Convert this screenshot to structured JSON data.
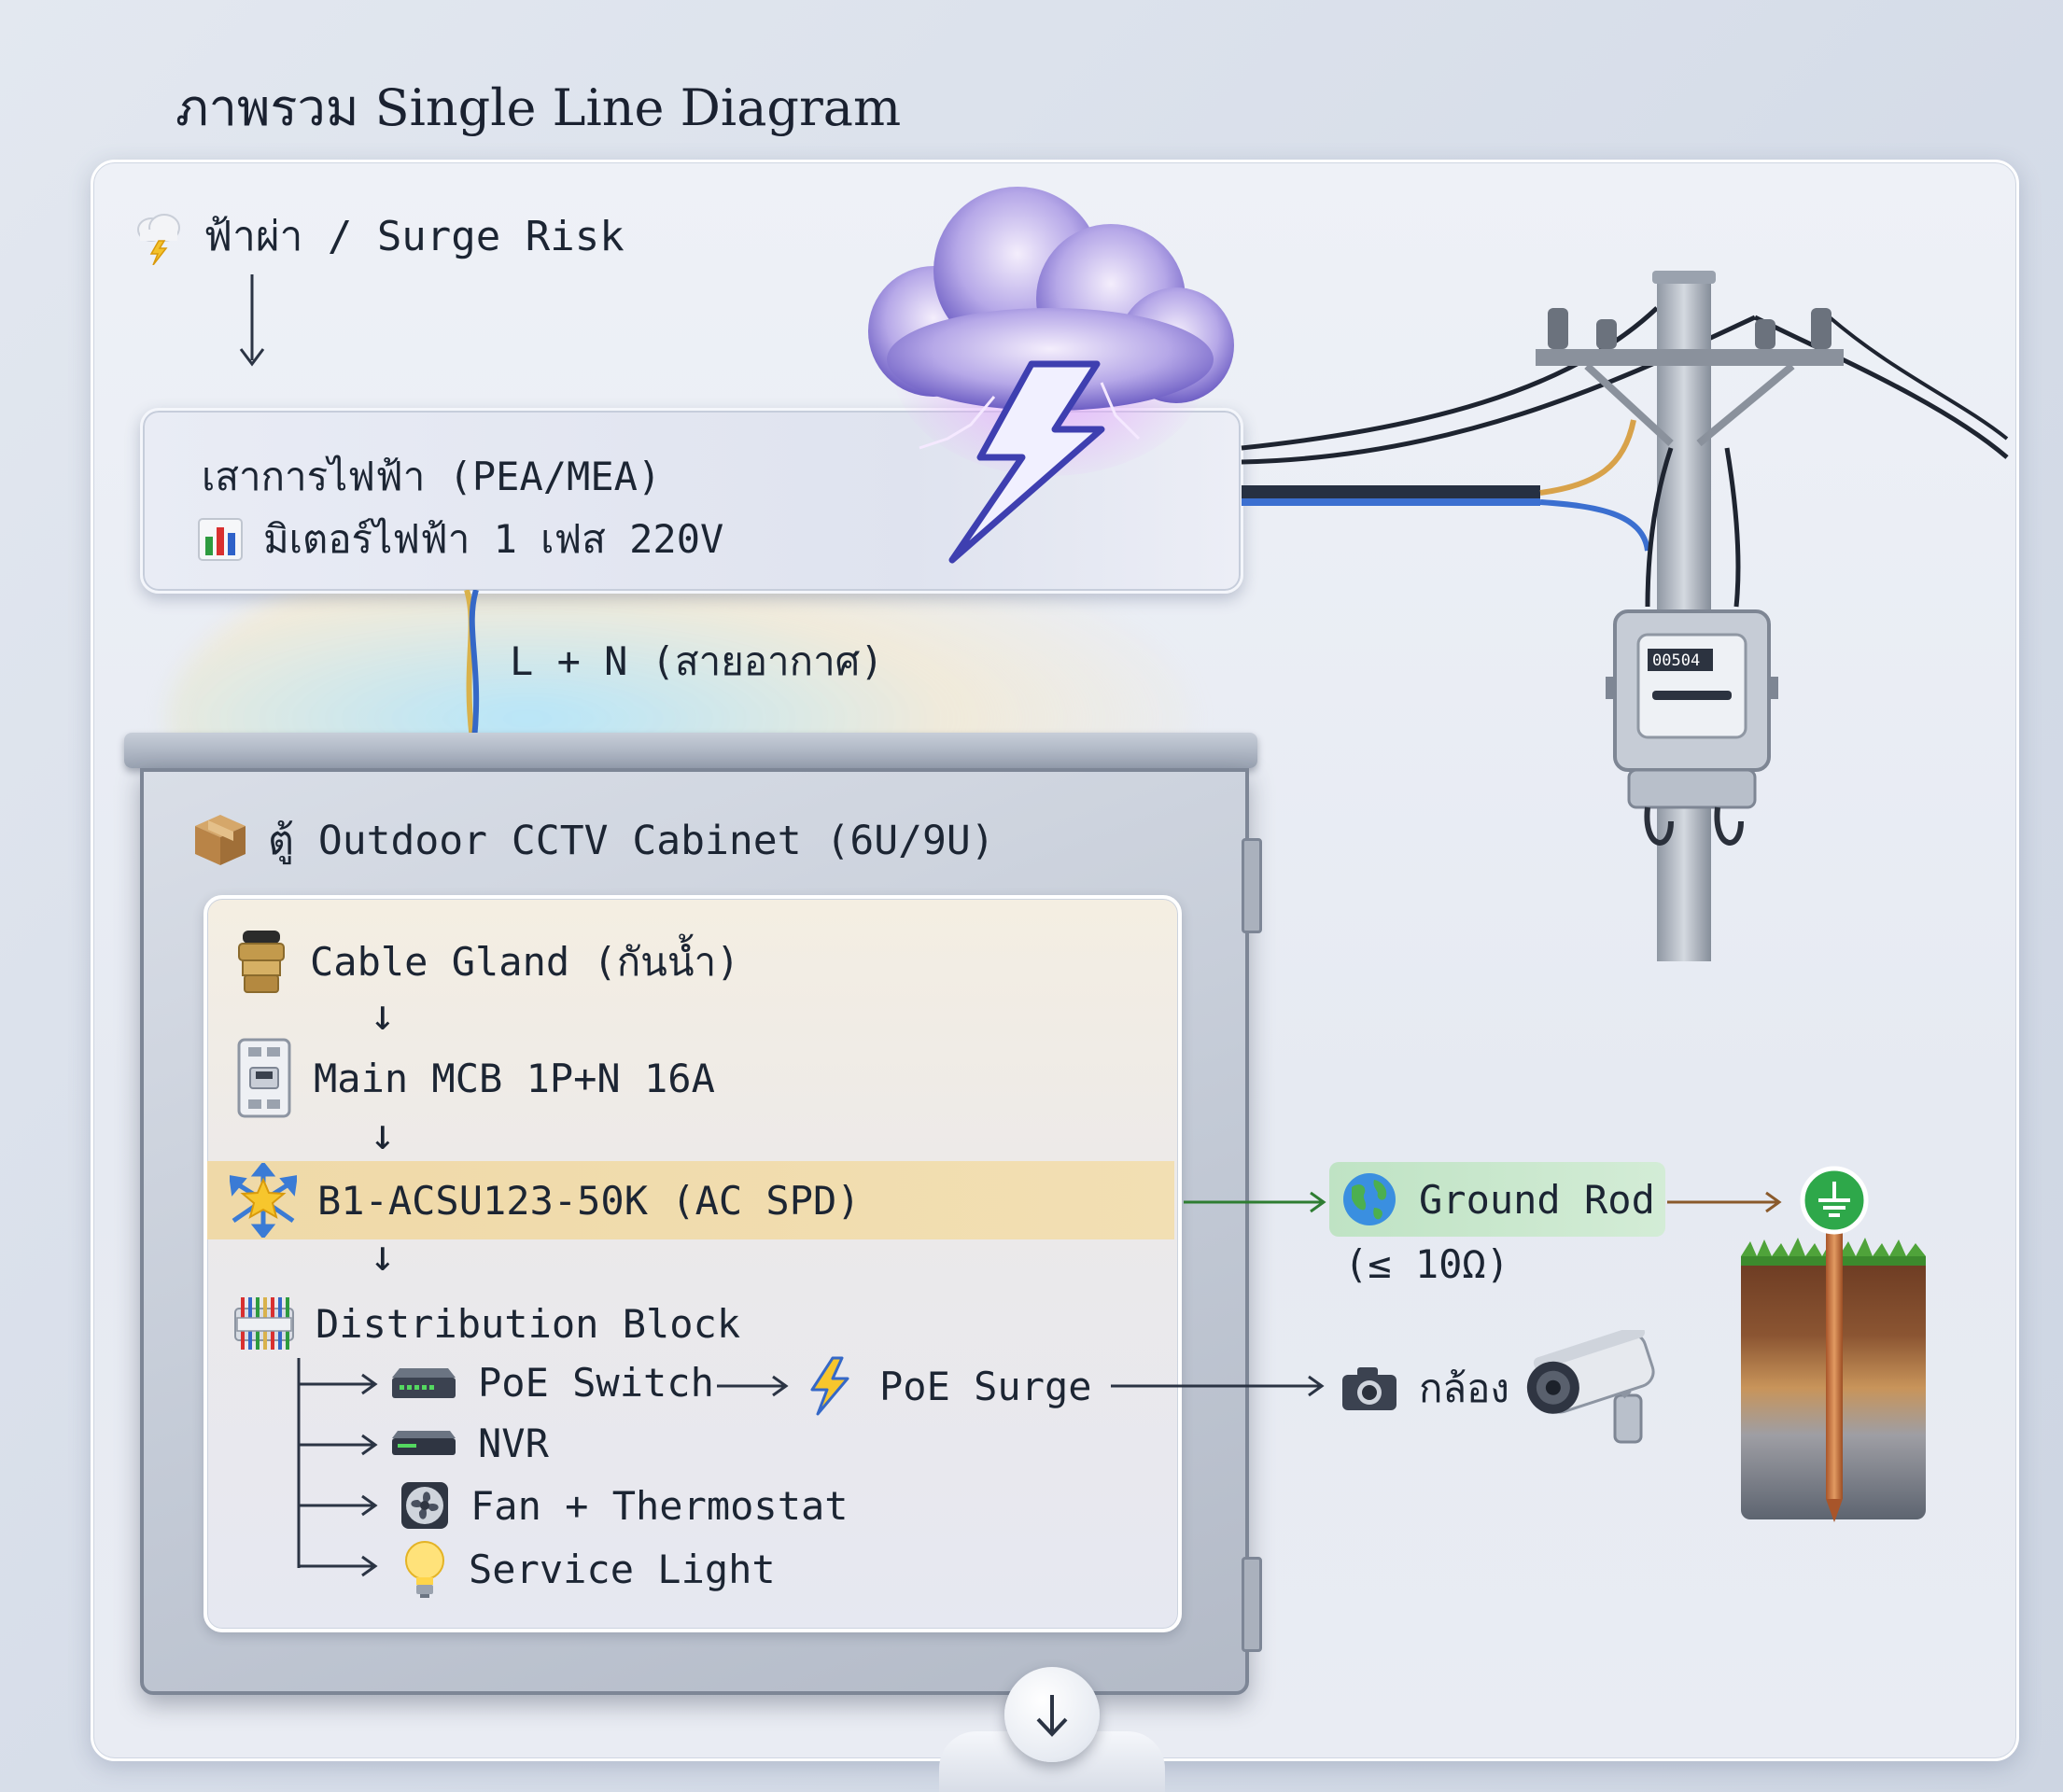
{
  "title": "ภาพรวม Single Line Diagram",
  "surge_risk": "ฟ้าผ่า / Surge Risk",
  "utility": {
    "pole_label": "เสาการไฟฟ้า (PEA/MEA)",
    "meter_label": "มิเตอร์ไฟฟ้า 1 เฟส 220V",
    "meter_reading": "00504"
  },
  "feeder_label": "L + N (สายอากาศ)",
  "cabinet": {
    "label": "ตู้ Outdoor CCTV Cabinet (6U/9U)",
    "chain": [
      {
        "label": "Cable Gland (กันน้ำ)",
        "icon": "cable-gland-icon"
      },
      {
        "label": "Main MCB 1P+N 16A",
        "icon": "circuit-breaker-icon"
      },
      {
        "label": "B1-ACSU123-50K (AC SPD)",
        "icon": "surge-protector-icon",
        "highlight": true
      },
      {
        "label": "Distribution Block",
        "icon": "terminal-block-icon"
      }
    ],
    "branches": [
      {
        "label": "PoE Switch",
        "icon": "network-switch-icon"
      },
      {
        "label": "NVR",
        "icon": "nvr-icon"
      },
      {
        "label": "Fan + Thermostat",
        "icon": "fan-icon"
      },
      {
        "label": "Service Light",
        "icon": "light-bulb-icon"
      }
    ]
  },
  "poe_surge": "PoE Surge",
  "camera_label": "กล้อง",
  "ground": {
    "label": "Ground Rod",
    "spec": "(≤ 10Ω)"
  },
  "colors": {
    "spd_highlight": "#efd9a8",
    "ground_highlight": "#c8e8cc",
    "ground_arrow": "#2e7d32",
    "earth_arrow": "#8a5a2b"
  }
}
